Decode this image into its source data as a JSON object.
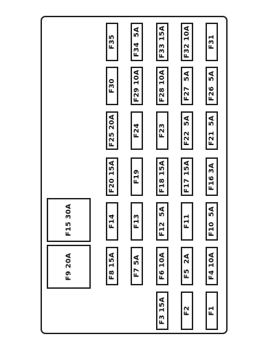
{
  "diagram": {
    "big_fuses": [
      {
        "label": "F15 30A"
      },
      {
        "label": "F9 20A"
      }
    ],
    "columns": [
      [
        "F35",
        "F30",
        "F25 20A",
        "F20 15A",
        "F14",
        "F8 15A",
        ""
      ],
      [
        "F34  5A",
        "F29 10A",
        "F24",
        "F19",
        "F13",
        "F7 5A",
        ""
      ],
      [
        "F33 15A",
        "F28 10A",
        "F23",
        "F18 15A",
        "F12  5A",
        "F6 10A",
        "F3 15A"
      ],
      [
        "F32 10A",
        "F27  5A",
        "F22  5A",
        "F17 15A",
        "F11",
        "F5  2A",
        "F2"
      ],
      [
        "F31",
        "F26  5A",
        "F21  5A",
        "F16 3A",
        "F10  5A",
        "F4 10A",
        "F1"
      ]
    ]
  }
}
